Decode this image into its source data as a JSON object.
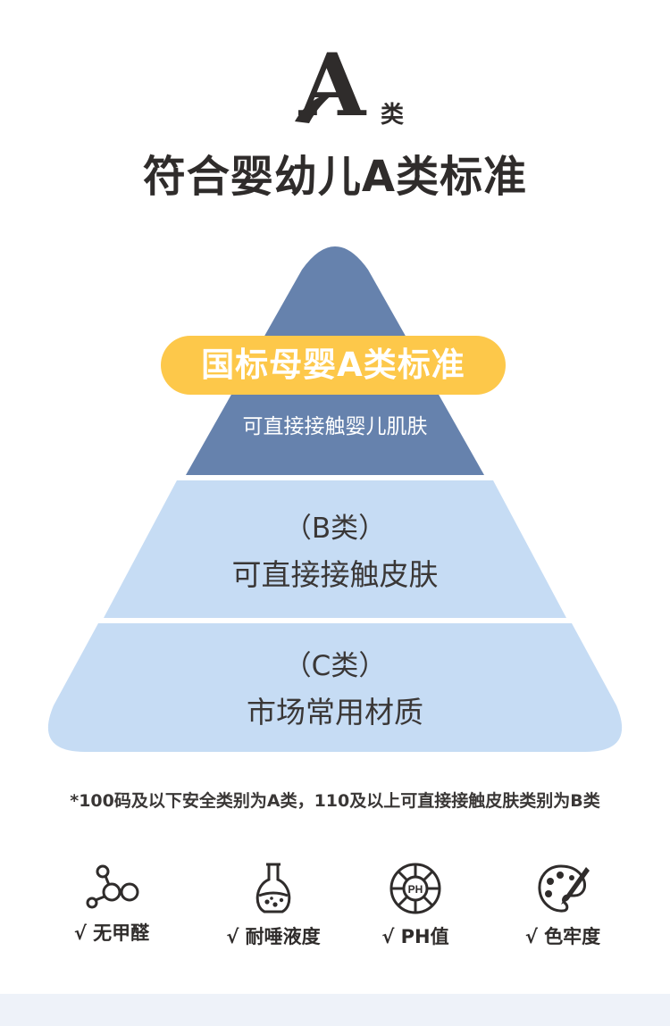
{
  "logo": {
    "letter": "A",
    "suffix": "类"
  },
  "headline": "符合婴幼儿A类标准",
  "tiers": {
    "a": {
      "badge": "国标母婴A类标准",
      "desc": "可直接接触婴儿肌肤"
    },
    "b": {
      "class": "（B类）",
      "desc": "可直接接触皮肤"
    },
    "c": {
      "class": "（C类）",
      "desc": "市场常用材质"
    }
  },
  "note": "*100码及以下安全类别为A类，110及以上可直接接触皮肤类别为B类",
  "features": [
    {
      "label": "√ 无甲醛",
      "icon": "molecule-icon"
    },
    {
      "label": "√ 耐唾液度",
      "icon": "flask-icon"
    },
    {
      "label": "√ PH值",
      "icon": "ph-wheel-icon"
    },
    {
      "label": "√ 色牢度",
      "icon": "palette-icon"
    }
  ],
  "icon_text": {
    "ph": "PH"
  },
  "colors": {
    "tier_a": "#6682ad",
    "tier_bc": "#c6dcf4",
    "badge": "#fdc84a",
    "text": "#2f2c2b"
  }
}
